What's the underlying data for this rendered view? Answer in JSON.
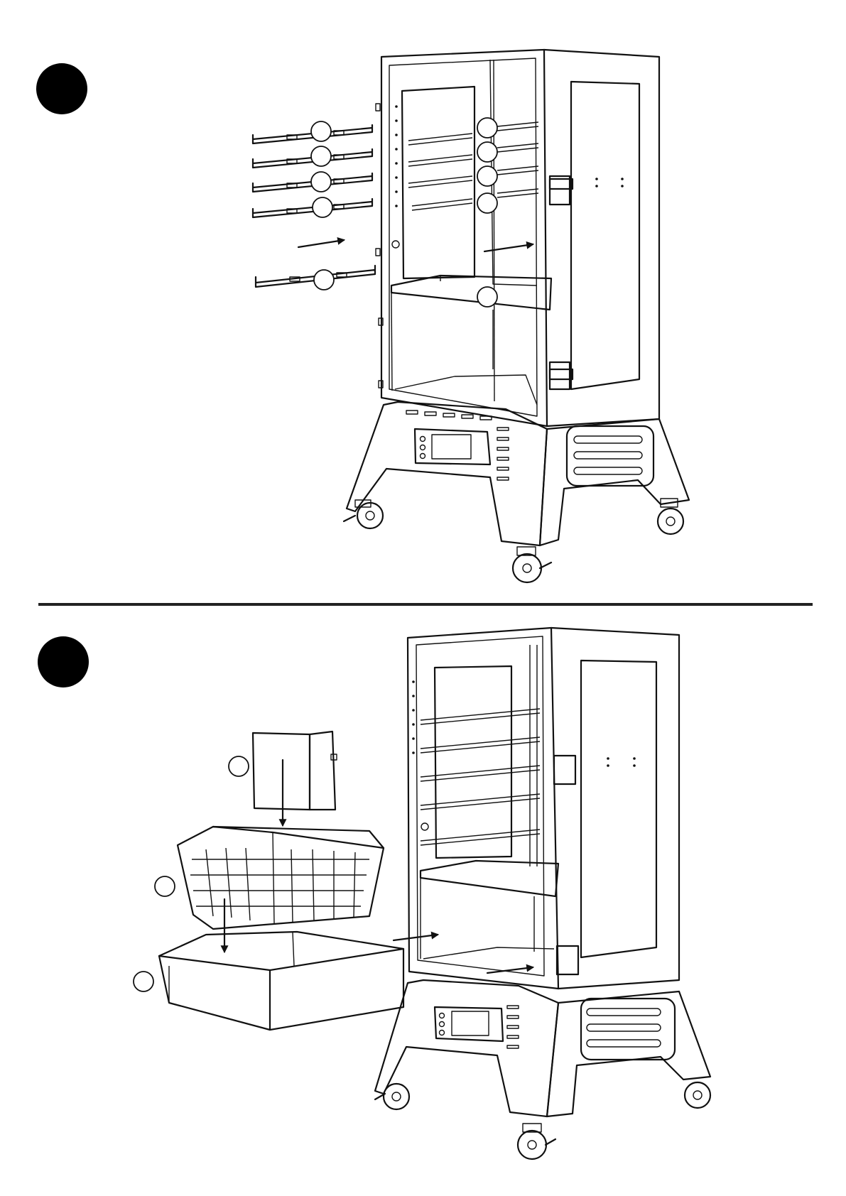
{
  "page": {
    "steps": [
      {
        "id": "step-1"
      },
      {
        "id": "step-2"
      }
    ]
  },
  "colors": {
    "ink": "#111111",
    "background": "#ffffff",
    "badge": "#000000"
  },
  "icons": {
    "step_badge": "filled-black-circle",
    "callout": "empty-circle-callout",
    "arrow": "insertion-arrow"
  }
}
